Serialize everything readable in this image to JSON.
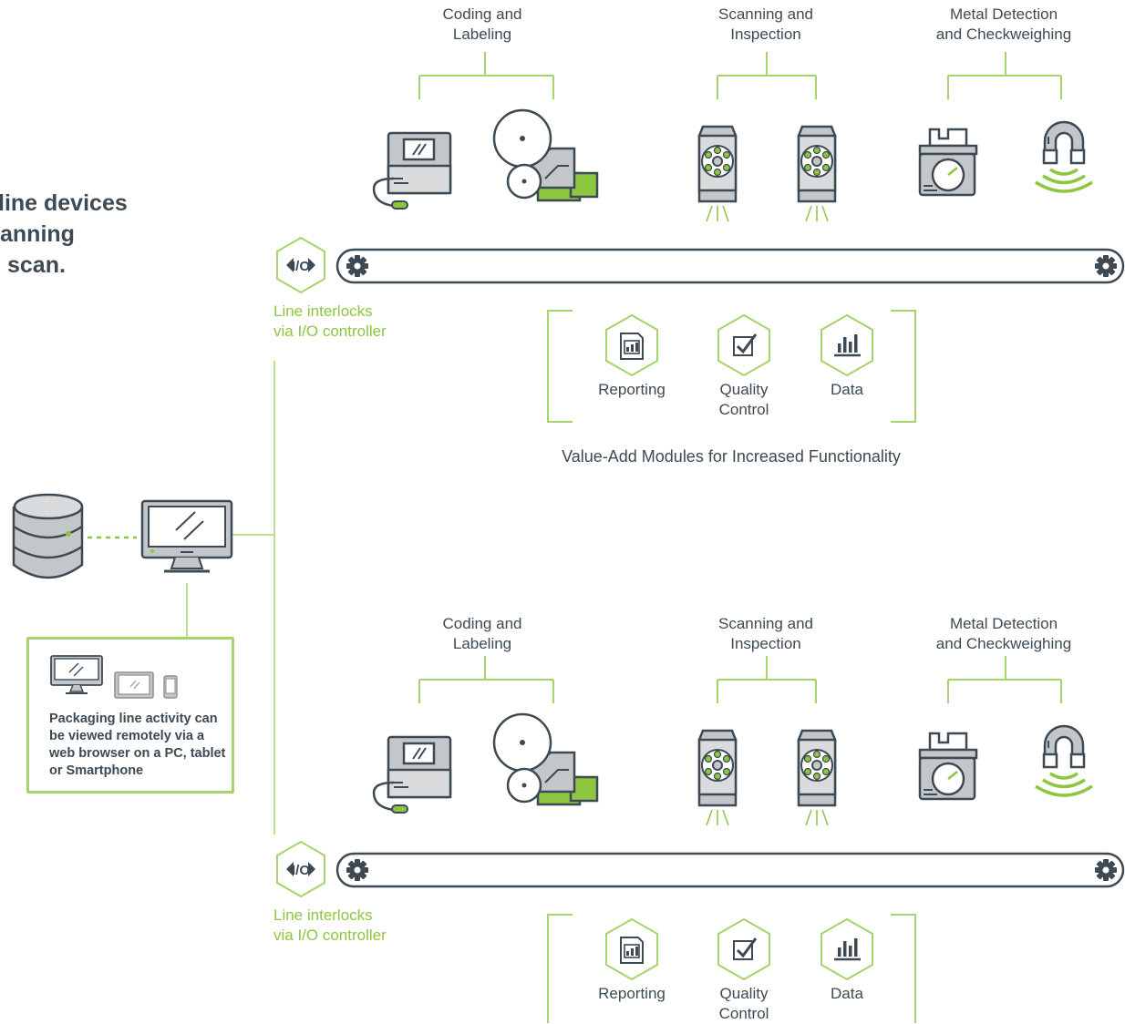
{
  "intro_text": [
    "line devices",
    "anning",
    "scan."
  ],
  "line1": {
    "groups": [
      {
        "line1": "Coding and",
        "line2": "Labeling"
      },
      {
        "line1": "Scanning and",
        "line2": "Inspection"
      },
      {
        "line1": "Metal Detection",
        "line2": "and Checkweighing"
      }
    ],
    "interlock": {
      "line1": "Line interlocks",
      "line2": "via I/O controller"
    },
    "modules": [
      {
        "line1": "Reporting",
        "line2": ""
      },
      {
        "line1": "Quality",
        "line2": "Control"
      },
      {
        "line1": "Data",
        "line2": ""
      }
    ],
    "modules_caption": "Value-Add Modules for Increased Functionality"
  },
  "line2": {
    "groups": [
      {
        "line1": "Coding and",
        "line2": "Labeling"
      },
      {
        "line1": "Scanning and",
        "line2": "Inspection"
      },
      {
        "line1": "Metal Detection",
        "line2": "and Checkweighing"
      }
    ],
    "interlock": {
      "line1": "Line interlocks",
      "line2": "via I/O controller"
    },
    "modules": [
      {
        "line1": "Reporting",
        "line2": ""
      },
      {
        "line1": "Quality",
        "line2": "Control"
      },
      {
        "line1": "Data",
        "line2": ""
      }
    ]
  },
  "remote_box": {
    "text": "Packaging line activity can be viewed remotely via a web browser on a PC, tablet or Smartphone"
  },
  "colors": {
    "dark": "#3d4a54",
    "green": "#8dc63f",
    "light_green": "#a5d46a",
    "gray": "#c4c7c9"
  },
  "icons": [
    "coder-icon",
    "labeler-icon",
    "scanner-icon",
    "checkweigher-icon",
    "metal-detector-icon",
    "gear-icon",
    "io-controller-icon",
    "reporting-icon",
    "quality-control-icon",
    "data-icon",
    "database-icon",
    "monitor-icon",
    "tablet-icon",
    "smartphone-icon"
  ]
}
